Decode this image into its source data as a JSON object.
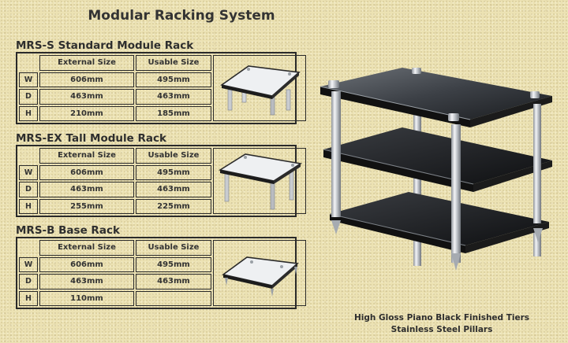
{
  "page_title": "Modular Racking System",
  "table_headers": {
    "external": "External Size",
    "usable": "Usable Size"
  },
  "sections": [
    {
      "title": "MRS-S Standard Module Rack",
      "rows": [
        {
          "label": "W",
          "external": "606mm",
          "usable": "495mm"
        },
        {
          "label": "D",
          "external": "463mm",
          "usable": "463mm"
        },
        {
          "label": "H",
          "external": "210mm",
          "usable": "185mm"
        }
      ]
    },
    {
      "title": "MRS-EX Tall Module Rack",
      "rows": [
        {
          "label": "W",
          "external": "606mm",
          "usable": "495mm"
        },
        {
          "label": "D",
          "external": "463mm",
          "usable": "463mm"
        },
        {
          "label": "H",
          "external": "255mm",
          "usable": "225mm"
        }
      ]
    },
    {
      "title": "MRS-B Base Rack",
      "rows": [
        {
          "label": "W",
          "external": "606mm",
          "usable": "495mm"
        },
        {
          "label": "D",
          "external": "463mm",
          "usable": "463mm"
        },
        {
          "label": "H",
          "external": "110mm",
          "usable": ""
        }
      ]
    }
  ],
  "caption": {
    "line1": "High Gloss Piano Black Finished Tiers",
    "line2": "Stainless Steel Pillars"
  },
  "colors": {
    "background": "#ece2b3",
    "border": "#2a2a2a",
    "text": "#2e2e2e"
  }
}
